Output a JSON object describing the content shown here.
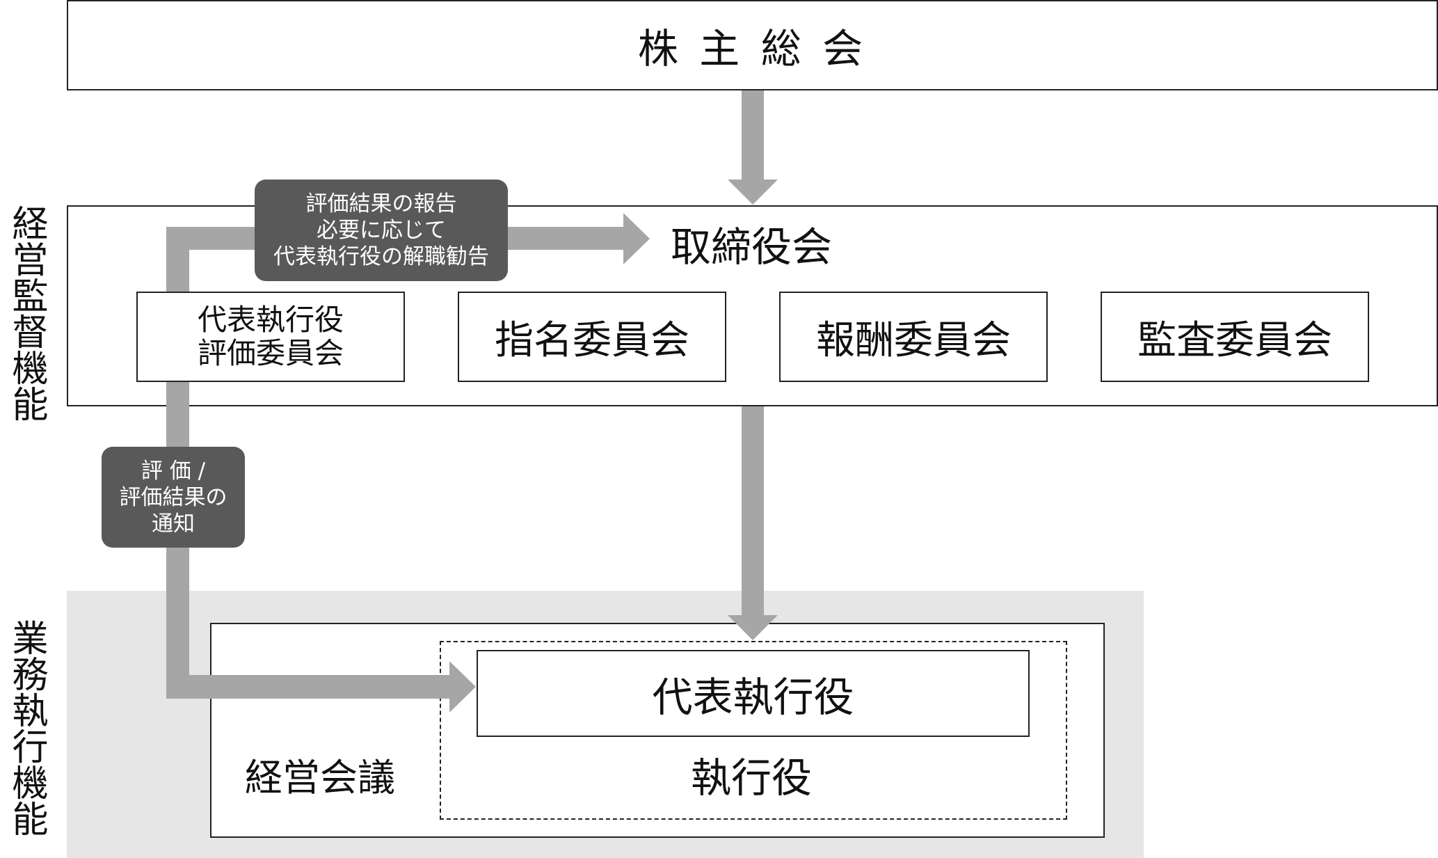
{
  "side_labels": {
    "supervision": "経営監督機能",
    "execution": "業務執行機能"
  },
  "shareholders_meeting": "株 主 総 会",
  "board": {
    "title": "取締役会",
    "committees": [
      {
        "label_lines": [
          "代表執行役",
          "評価委員会"
        ]
      },
      {
        "label_lines": [
          "指名委員会"
        ]
      },
      {
        "label_lines": [
          "報酬委員会"
        ]
      },
      {
        "label_lines": [
          "監査委員会"
        ]
      }
    ]
  },
  "tags": {
    "report": [
      "評価結果の報告",
      "必要に応じて",
      "代表執行役の解職勧告"
    ],
    "evaluation": [
      "評 価 /",
      "評価結果の",
      "通知"
    ]
  },
  "execution": {
    "management_meeting": "経営会議",
    "representative_executive": "代表執行役",
    "executive_officers": "執行役"
  },
  "colors": {
    "arrow": "#a6a6a6",
    "tag_bg": "#595959",
    "execution_area": "#e6e6e6",
    "border": "#222222"
  }
}
